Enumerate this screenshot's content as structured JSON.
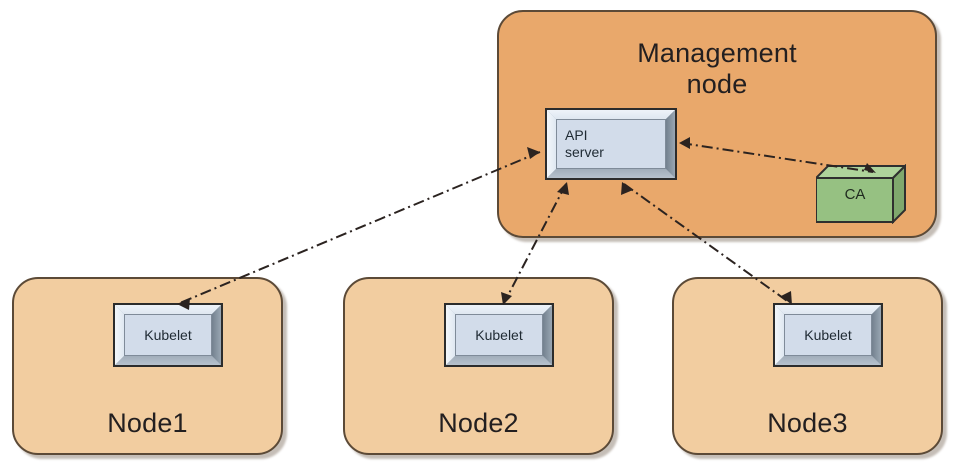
{
  "diagram": {
    "type": "kubernetes-node-certificate-architecture",
    "colors": {
      "management_node_fill": "#e9a86b",
      "worker_node_fill": "#f2cda0",
      "container_border": "#5c4a37",
      "component_face": "#d2dcea",
      "component_frame": "#9aa7b4",
      "ca_fill": "#96c182",
      "ca_top_fill": "#aed39b",
      "ca_side_fill": "#7fa86d",
      "connector": "#2b2320"
    },
    "management_node": {
      "title": "Management node",
      "title_line1": "Management",
      "title_line2": "node",
      "components": [
        {
          "id": "api-server",
          "label": "API server",
          "label_line1": "API",
          "label_line2": "server",
          "shape": "beveled-box"
        },
        {
          "id": "ca",
          "label": "CA",
          "shape": "cube"
        }
      ]
    },
    "worker_nodes": [
      {
        "id": "node1",
        "title": "Node1",
        "component": {
          "id": "kubelet1",
          "label": "Kubelet",
          "shape": "beveled-box"
        }
      },
      {
        "id": "node2",
        "title": "Node2",
        "component": {
          "id": "kubelet2",
          "label": "Kubelet",
          "shape": "beveled-box"
        }
      },
      {
        "id": "node3",
        "title": "Node3",
        "component": {
          "id": "kubelet3",
          "label": "Kubelet",
          "shape": "beveled-box"
        }
      }
    ],
    "connections": [
      {
        "id": "conn-api-kubelet1",
        "from": "api-server",
        "to": "kubelet1",
        "style": "dash-dot",
        "arrows": "both"
      },
      {
        "id": "conn-api-kubelet2",
        "from": "kubelet2",
        "to": "api-server",
        "style": "dash-dot",
        "arrows": "both"
      },
      {
        "id": "conn-api-kubelet3",
        "from": "api-server",
        "to": "kubelet3",
        "style": "dash-dot",
        "arrows": "both"
      },
      {
        "id": "conn-api-ca",
        "from": "api-server",
        "to": "ca",
        "style": "dash-dot",
        "arrows": "both"
      }
    ]
  }
}
